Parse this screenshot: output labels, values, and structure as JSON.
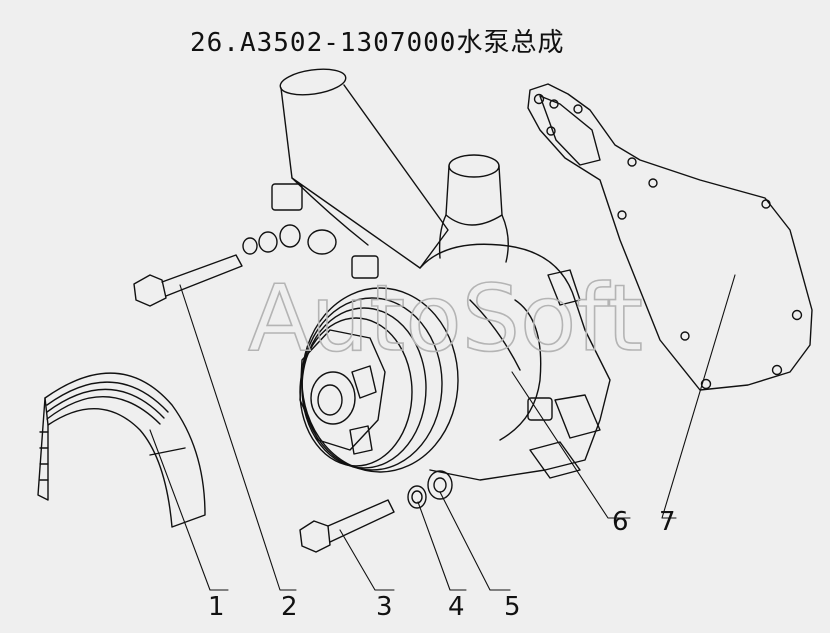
{
  "title": "26.A3502-1307000水泵总成",
  "watermark": "AutoSoft",
  "parts": [
    {
      "label": "1",
      "name": "belt"
    },
    {
      "label": "2",
      "name": "long-bolt"
    },
    {
      "label": "3",
      "name": "short-bolt"
    },
    {
      "label": "4",
      "name": "washer-small"
    },
    {
      "label": "5",
      "name": "washer-large"
    },
    {
      "label": "6",
      "name": "water-pump-housing"
    },
    {
      "label": "7",
      "name": "gasket"
    }
  ]
}
